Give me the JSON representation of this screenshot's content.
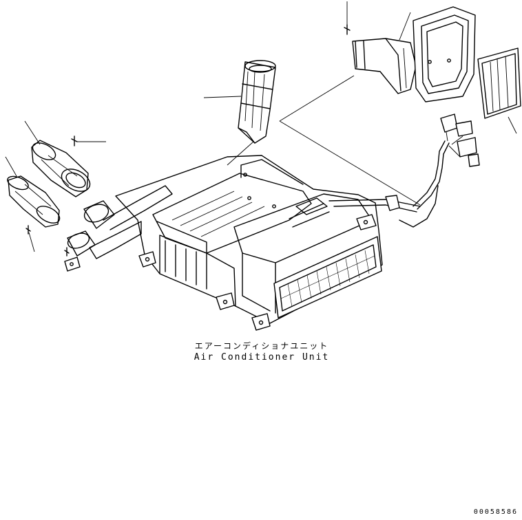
{
  "diagram": {
    "caption_jp": "エアーコンディショナユニット",
    "caption_en": "Air Conditioner Unit",
    "drawing_id": "00058586",
    "parts": [
      "main-unit-housing",
      "front-filter-grille",
      "upper-duct",
      "left-upper-duct-outlet",
      "left-lower-duct-outlet",
      "recirc-air-intake-duct",
      "filter-frame",
      "air-filter-element",
      "wiring-harness",
      "screw"
    ]
  }
}
